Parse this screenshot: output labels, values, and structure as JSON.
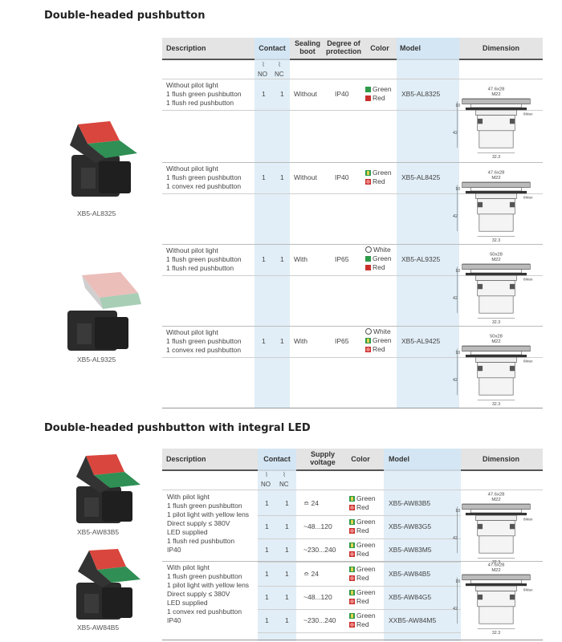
{
  "section1": {
    "title": "Double-headed pushbutton",
    "headers": {
      "description": "Description",
      "contact": "Contact",
      "sealing_boot_line1": "Sealing",
      "sealing_boot_line2": "boot",
      "protection_line1": "Degree of",
      "protection_line2": "protection",
      "color": "Color",
      "model": "Model",
      "dimension": "Dimension",
      "no": "NO",
      "nc": "NC"
    },
    "rows": [
      {
        "desc": [
          "Without pilot light",
          "1 flush green pushbutton",
          "1 flush red pushbutton"
        ],
        "no": "1",
        "nc": "1",
        "boot": "Without",
        "protection": "IP40",
        "colors": [
          {
            "swatch": "g",
            "label": "Green"
          },
          {
            "swatch": "r",
            "label": "Red"
          }
        ],
        "model": "XB5-AL8325"
      },
      {
        "desc": [
          "Without pilot light",
          "1 flush green pushbutton",
          "1 convex red pushbutton"
        ],
        "no": "1",
        "nc": "1",
        "boot": "Without",
        "protection": "IP40",
        "colors": [
          {
            "swatch": "lg",
            "label": "Green"
          },
          {
            "swatch": "lr",
            "label": "Red"
          }
        ],
        "model": "XB5-AL8425"
      },
      {
        "desc": [
          "Without pilot light",
          "1 flush green pushbutton",
          "1 flush red pushbutton"
        ],
        "no": "1",
        "nc": "1",
        "boot": "With",
        "protection": "IP65",
        "colors": [
          {
            "swatch": "w",
            "label": "White"
          },
          {
            "swatch": "g",
            "label": "Green"
          },
          {
            "swatch": "r",
            "label": "Red"
          }
        ],
        "model": "XB5-AL9325"
      },
      {
        "desc": [
          "Without pilot light",
          "1 flush green pushbutton",
          "1 convex red pushbutton"
        ],
        "no": "1",
        "nc": "1",
        "boot": "With",
        "protection": "IP65",
        "colors": [
          {
            "swatch": "w",
            "label": "White"
          },
          {
            "swatch": "lg",
            "label": "Green"
          },
          {
            "swatch": "lr",
            "label": "Red"
          }
        ],
        "model": "XB5-AL9425"
      }
    ],
    "products": [
      "XB5-AL8325",
      "XB5-AL9325"
    ]
  },
  "section2": {
    "title": "Double-headed pushbutton with integral LED",
    "headers": {
      "description": "Description",
      "contact": "Contact",
      "supply_line1": "Supply",
      "supply_line2": "voltage",
      "color": "Color",
      "model": "Model",
      "dimension": "Dimension",
      "no": "NO",
      "nc": "NC"
    },
    "groups": [
      {
        "desc": [
          "With pilot light",
          "1 flush green pushbutton",
          "1 pilot light with yellow lens",
          "Direct supply ≤ 380V",
          "LED supplied",
          "1 flush red pushbutton",
          "IP40"
        ],
        "rows": [
          {
            "no": "1",
            "nc": "1",
            "voltage": "≏ 24",
            "model": "XB5-AW83B5"
          },
          {
            "no": "1",
            "nc": "1",
            "voltage": "~48...120",
            "model": "XB5-AW83G5"
          },
          {
            "no": "1",
            "nc": "1",
            "voltage": "~230...240",
            "model": "XB5-AW83M5"
          }
        ]
      },
      {
        "desc": [
          "With pilot light",
          "1 flush green pushbutton",
          "1 pilot light with yellow lens",
          "Direct supply ≤ 380V",
          "LED supplied",
          "1 convex red pushbutton",
          "IP40"
        ],
        "rows": [
          {
            "no": "1",
            "nc": "1",
            "voltage": "≏ 24",
            "model": "XB5-AW84B5"
          },
          {
            "no": "1",
            "nc": "1",
            "voltage": "~48...120",
            "model": "XB5-AW84G5"
          },
          {
            "no": "1",
            "nc": "1",
            "voltage": "~230...240",
            "model": "XXB5-AW84M5"
          }
        ]
      }
    ],
    "color_labels": [
      "Green",
      "Red"
    ],
    "products": [
      "XB5-AW83B5",
      "XB5-AW84B5"
    ]
  },
  "dimension_labels": {
    "flush_top": "47.6x28",
    "flush_m": "M22",
    "boot_top": "50x28",
    "boot_m": "M22",
    "side_a": "10",
    "side_b": "42",
    "max_note": "6Max",
    "bottom": "32.3"
  }
}
